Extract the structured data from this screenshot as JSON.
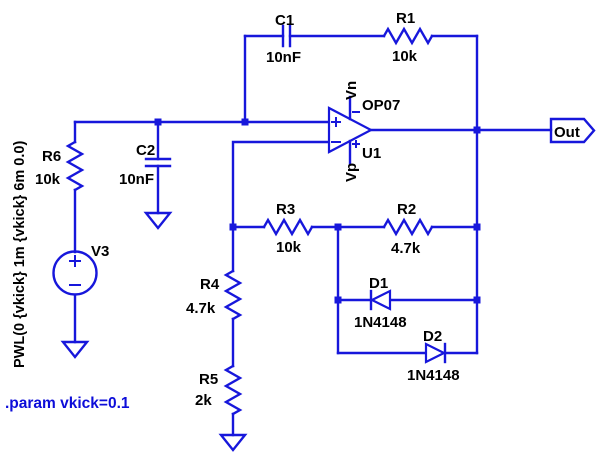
{
  "colors": {
    "wire": "#1717db",
    "label": "#000000",
    "directive": "#0d0dd9",
    "background": "#ffffff"
  },
  "components": {
    "C1": {
      "ref": "C1",
      "value": "10nF"
    },
    "R1": {
      "ref": "R1",
      "value": "10k"
    },
    "R6": {
      "ref": "R6",
      "value": "10k"
    },
    "C2": {
      "ref": "C2",
      "value": "10nF"
    },
    "U1": {
      "ref": "U1",
      "model": "OP07",
      "top_pin": "Vn",
      "bottom_pin": "Vp"
    },
    "R3": {
      "ref": "R3",
      "value": "10k"
    },
    "R2": {
      "ref": "R2",
      "value": "4.7k"
    },
    "R4": {
      "ref": "R4",
      "value": "4.7k"
    },
    "R5": {
      "ref": "R5",
      "value": "2k"
    },
    "D1": {
      "ref": "D1",
      "value": "1N4148"
    },
    "D2": {
      "ref": "D2",
      "value": "1N4148"
    },
    "V3": {
      "ref": "V3",
      "source": "PWL(0 {vkick} 1m {vkick} 6m 0.0)"
    }
  },
  "ports": {
    "out": "Out"
  },
  "directives": {
    "param": ".param vkick=0.1"
  }
}
